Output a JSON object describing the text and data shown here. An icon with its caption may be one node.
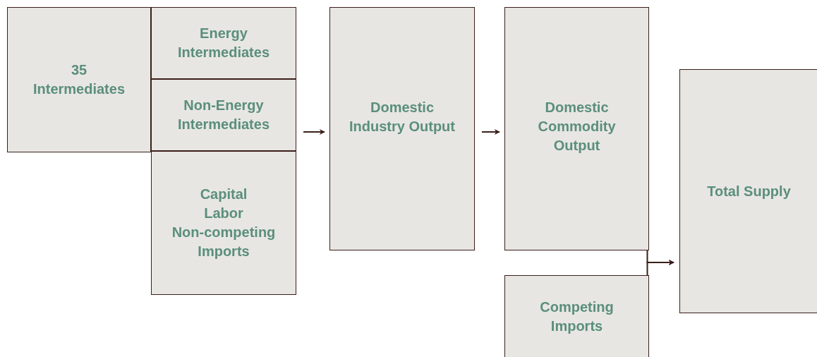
{
  "diagram": {
    "nodes": [
      {
        "text": [
          "35 Intermediates"
        ]
      },
      {
        "text": [
          "Energy Intermediates"
        ]
      },
      {
        "text": [
          "Non-Energy Intermediates"
        ]
      },
      {
        "text": [
          "Capital",
          "Labor",
          "Non-competing Imports"
        ]
      },
      {
        "text": [
          "Domestic Industry Output"
        ]
      },
      {
        "text": [
          "Domestic Commodity Output"
        ]
      },
      {
        "text": [
          "Competing Imports"
        ]
      },
      {
        "text": [
          "Total Supply"
        ]
      }
    ],
    "edges": [
      {
        "from": 2,
        "to": 4,
        "arrow": "to"
      },
      {
        "from": 4,
        "to": 5,
        "arrow": "to"
      },
      {
        "from": 5,
        "to": 7,
        "arrow": "to"
      },
      {
        "from": 6,
        "to": 7,
        "arrow": "to"
      }
    ]
  }
}
